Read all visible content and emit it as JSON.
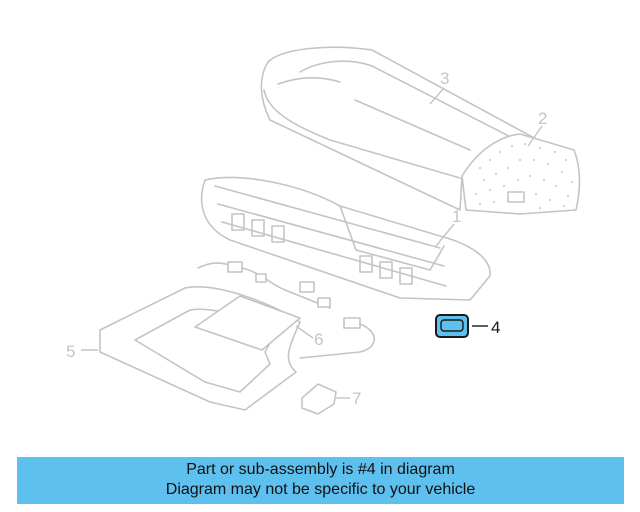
{
  "callouts": {
    "c1": "1",
    "c2": "2",
    "c3": "3",
    "c4": "4",
    "c5": "5",
    "c6": "6",
    "c7": "7"
  },
  "highlight_part": "4",
  "colors": {
    "highlight": "#5ec0ee",
    "banner": "#5ec0ee",
    "line_art": "#c4c4c4",
    "text": "#1a1a1a"
  },
  "banner": {
    "line1": "Part or sub-assembly is #4 in diagram",
    "line2": "Diagram may not be specific to your vehicle"
  }
}
